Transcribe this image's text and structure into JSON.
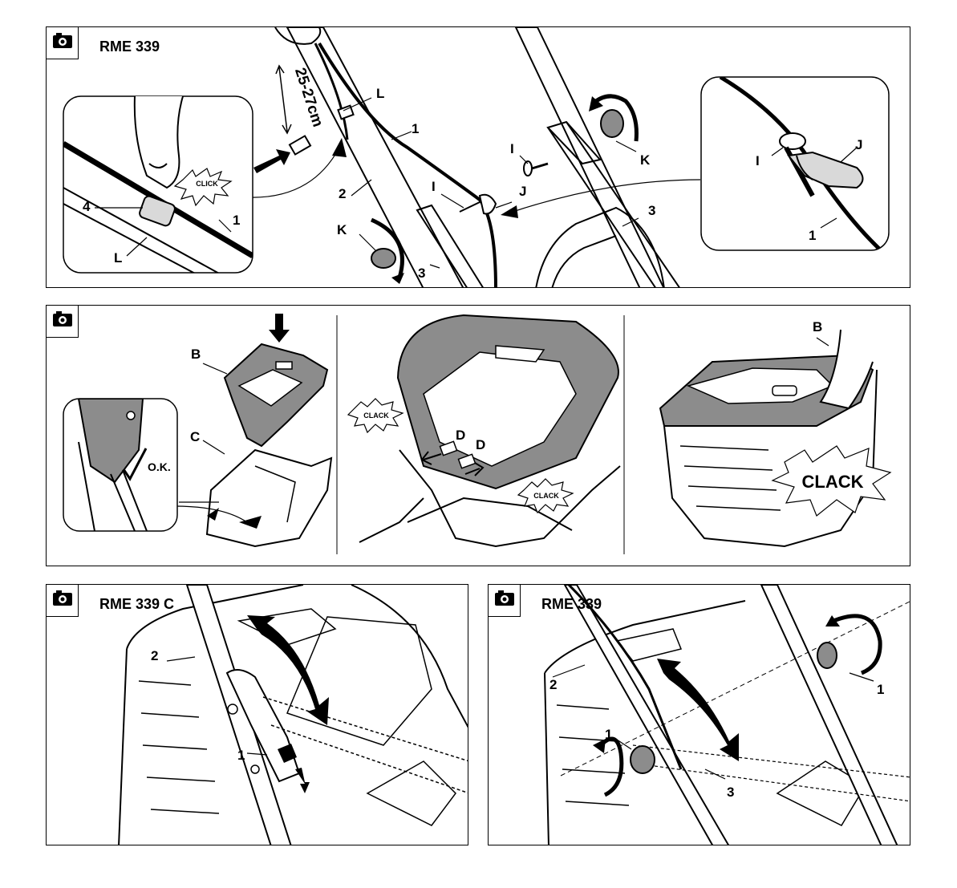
{
  "panel1": {
    "model": "RME 339",
    "dimension": "25-27cm",
    "click": "CLICK",
    "labels": {
      "L_top": "L",
      "one_top": "1",
      "two": "2",
      "I_mid": "I",
      "I_low": "I",
      "J_mid": "J",
      "K_right": "K",
      "three_right": "3",
      "K_left": "K",
      "three_left": "3",
      "four": "4",
      "one_inset": "1",
      "L_inset": "L",
      "I_inset": "I",
      "J_inset": "J",
      "one_inset2": "1"
    }
  },
  "panel2": {
    "labels": {
      "B": "B",
      "C": "C",
      "D1": "D",
      "D2": "D",
      "B2": "B"
    },
    "ok": "O.K.",
    "clack_left": "CLACK",
    "clack_right": "CLACK",
    "clack_big": "CLACK"
  },
  "panel3": {
    "model": "RME 339 C",
    "labels": {
      "two": "2",
      "one": "1"
    }
  },
  "panel4": {
    "model": "RME 339",
    "labels": {
      "two": "2",
      "one_left": "1",
      "one_right": "1",
      "three": "3"
    }
  },
  "colors": {
    "line": "#000000",
    "shade": "#8c8c8c",
    "light": "#d9d9d9"
  }
}
